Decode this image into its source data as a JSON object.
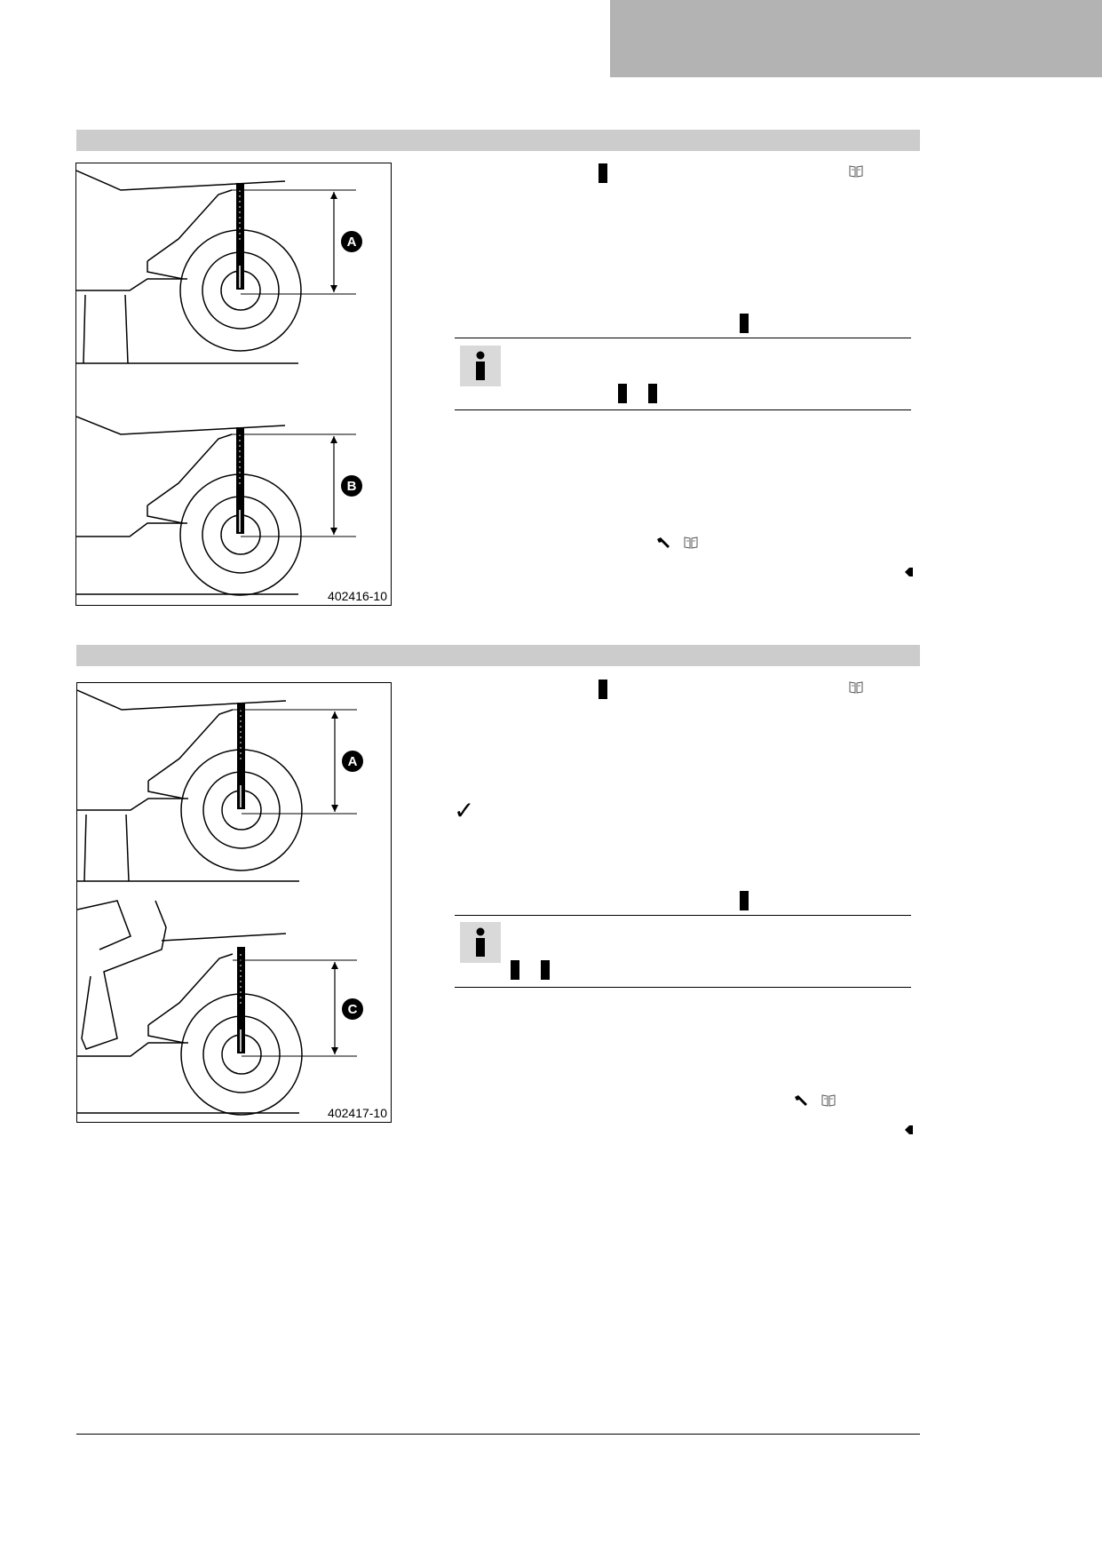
{
  "figures": [
    {
      "label": "402416-10",
      "callouts": [
        "A",
        "B"
      ]
    },
    {
      "label": "402417-10",
      "callouts": [
        "A",
        "C"
      ]
    }
  ],
  "icons": {
    "info": "info-icon",
    "book": "manual-reference-icon",
    "wrench": "wrench-icon",
    "check": "check-icon",
    "end": "end-mark-icon"
  },
  "colors": {
    "header_tab": "#b3b3b3",
    "section_bar": "#cccccc",
    "info_icon_bg": "#d9d9d9"
  }
}
